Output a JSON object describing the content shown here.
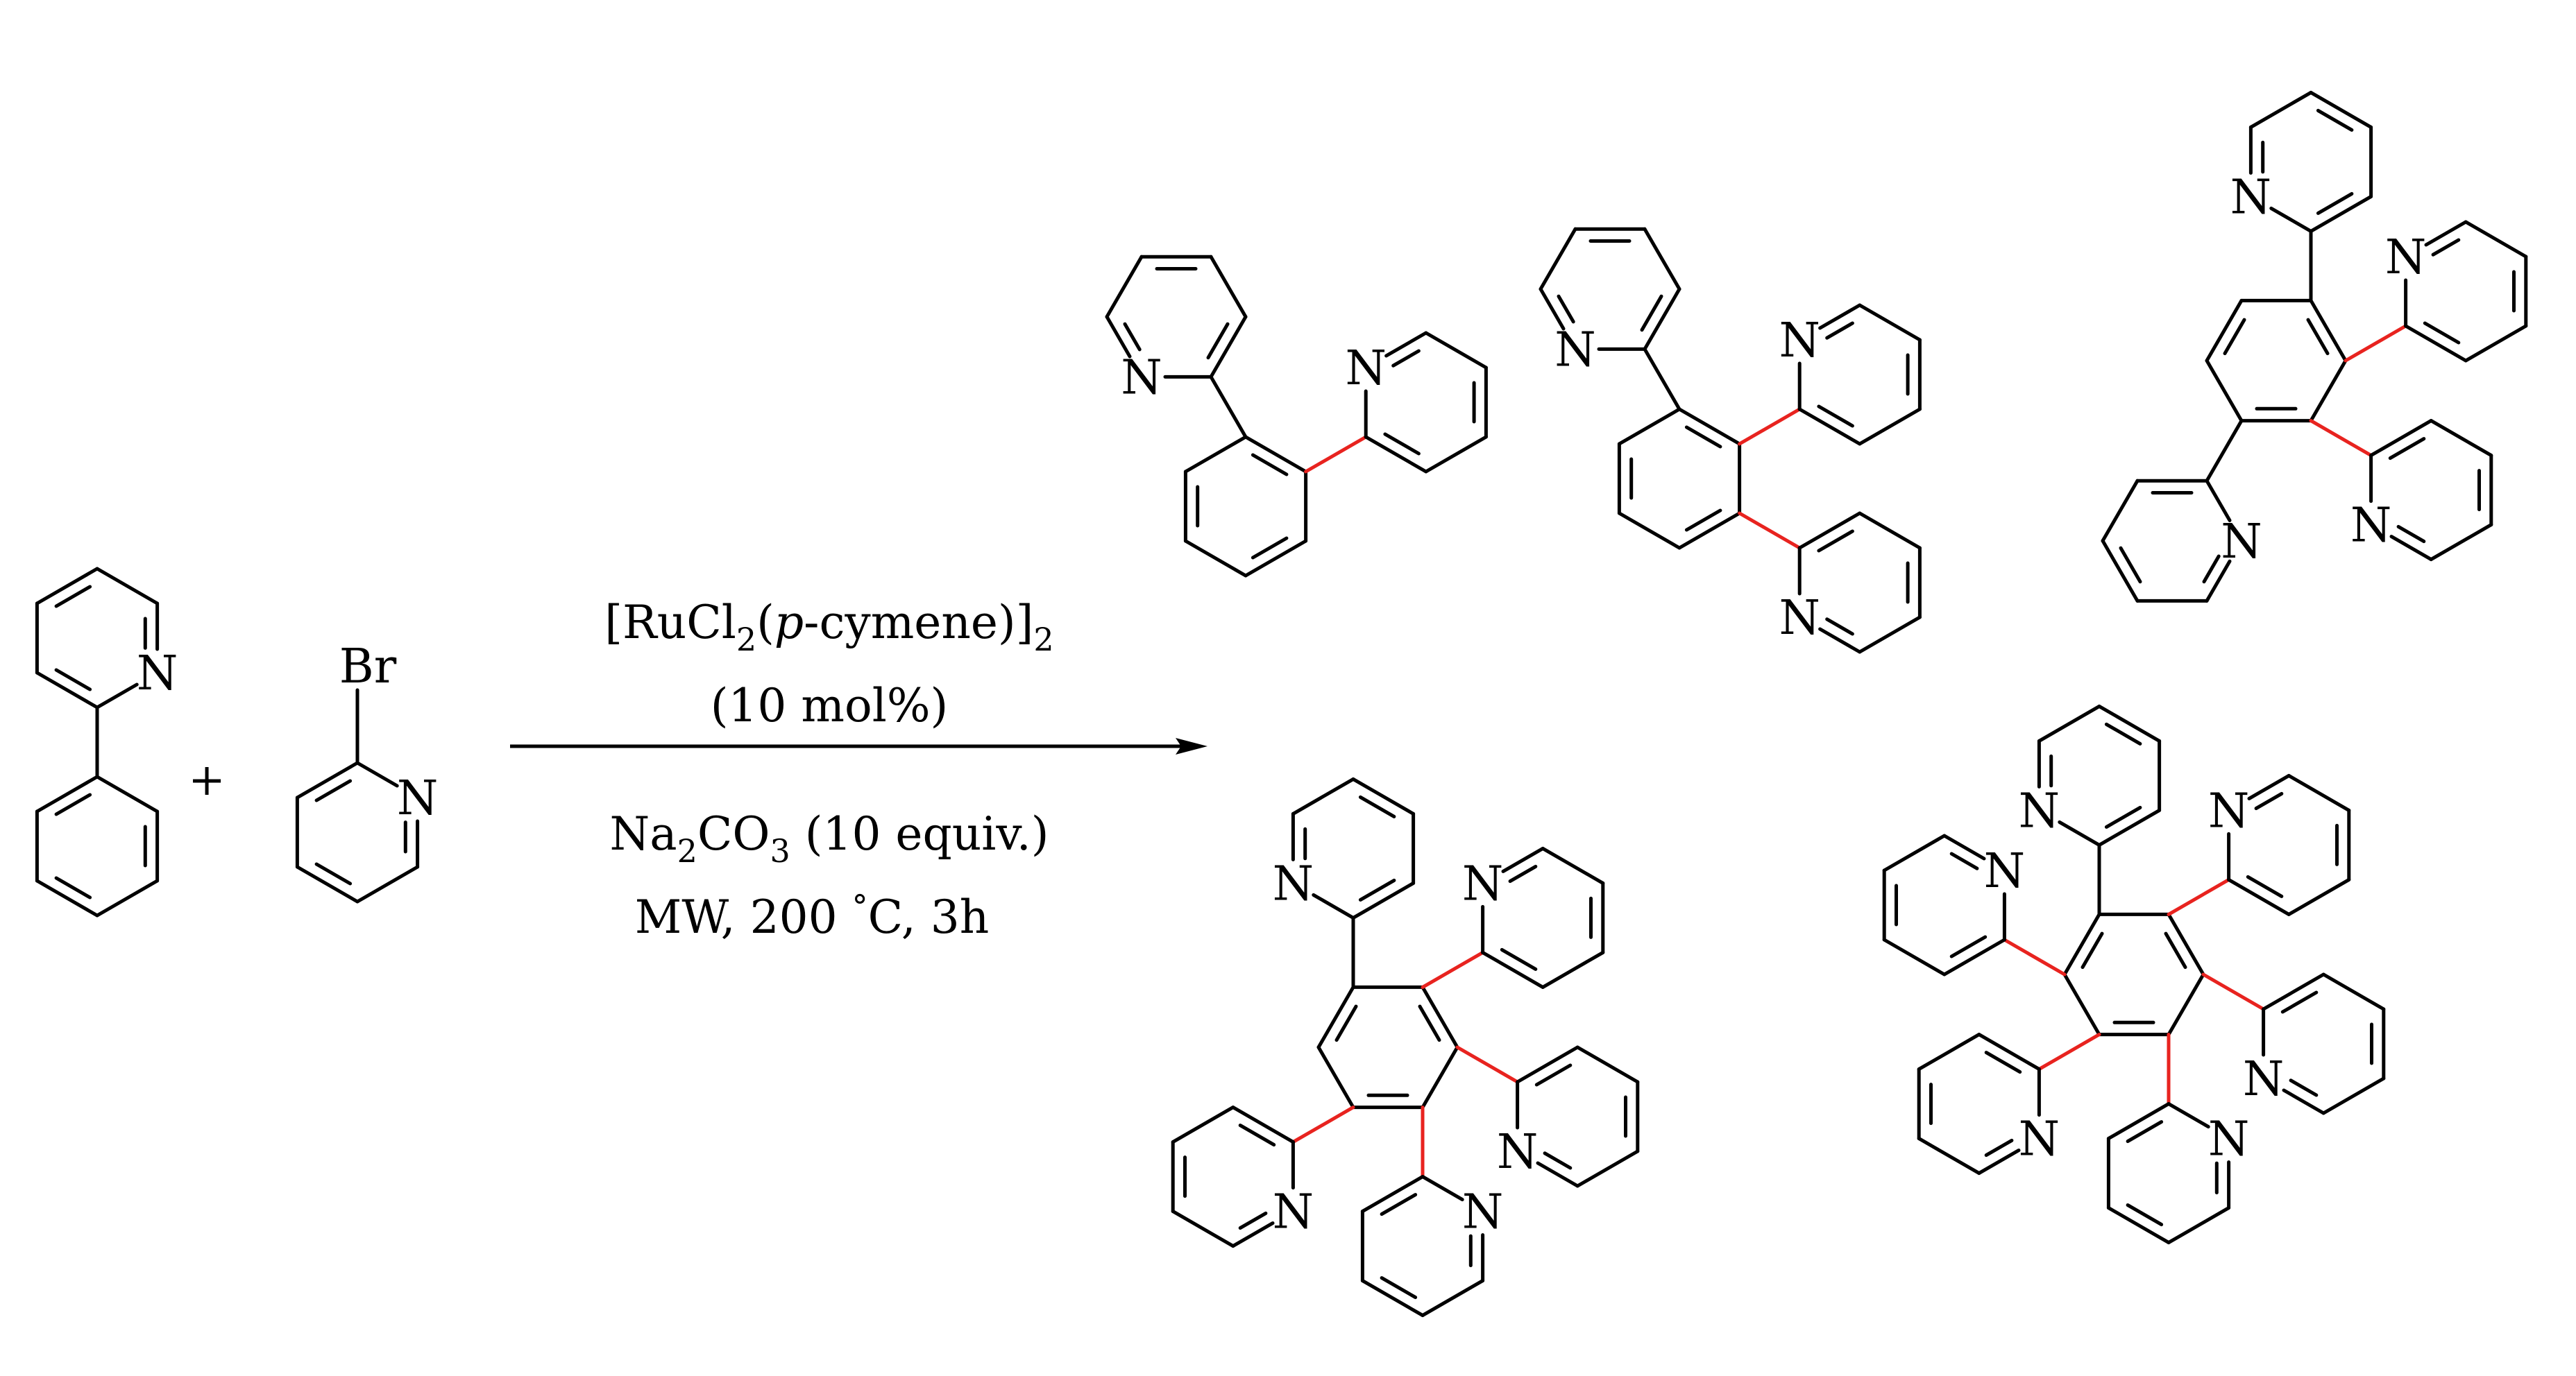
{
  "scheme": {
    "atoms": {
      "nitrogen": "N",
      "bromine": "Br"
    },
    "plus": "+",
    "conditions": {
      "catalyst": {
        "pre": "[RuCl",
        "sub1": "2",
        "mid": "(",
        "italic": "p",
        "post": "-cymene)]",
        "sub2": "2"
      },
      "loading": "(10 mol%)",
      "base": {
        "pre": "Na",
        "sub1": "2",
        "mid": "CO",
        "sub2": "3",
        "post": " (10 equiv.)"
      },
      "heating": {
        "pre": "MW, 200 ",
        "degree": "°",
        "post": "C, 3h"
      }
    },
    "colors": {
      "bond": "#000000",
      "new_bond": "#e8231f"
    }
  }
}
